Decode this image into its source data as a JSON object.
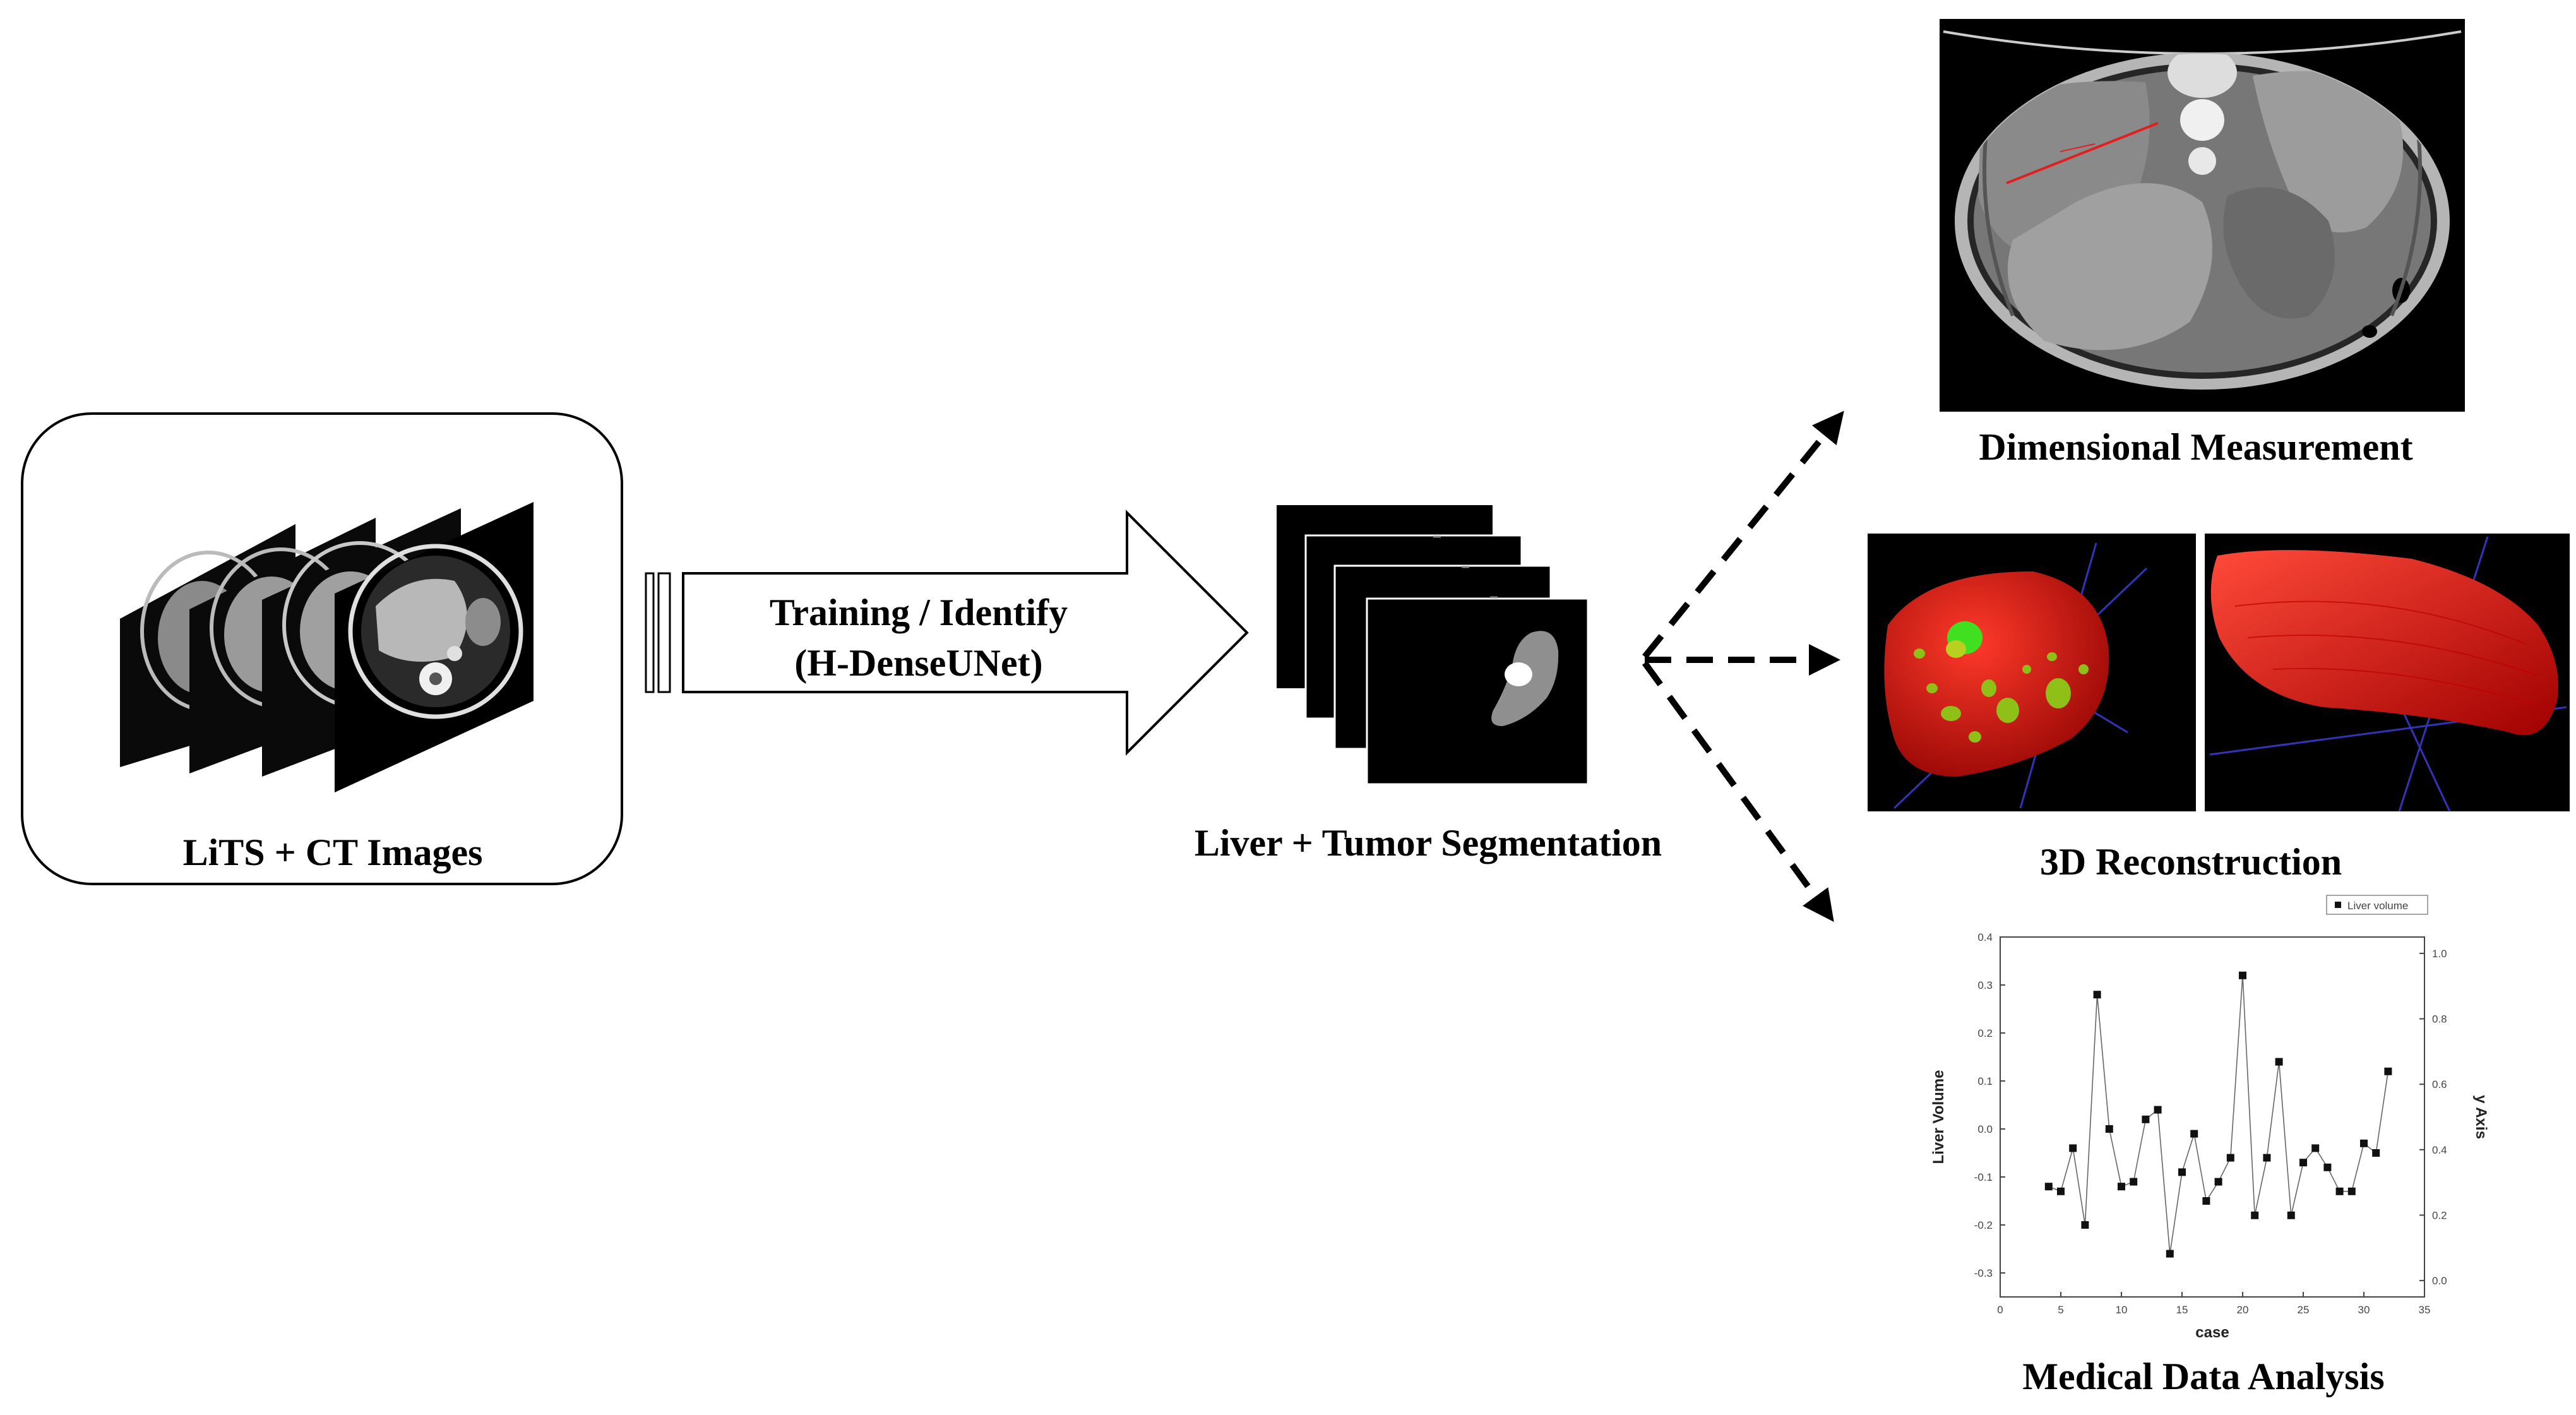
{
  "input_panel": {
    "caption": "LiTS + CT Images"
  },
  "training_arrow": {
    "label": "Training / Identify",
    "sublabel": "(H-DenseUNet)"
  },
  "segmentation": {
    "caption": "Liver + Tumor Segmentation"
  },
  "outputs": {
    "measurement_caption": "Dimensional Measurement",
    "reconstruction_caption": "3D Reconstruction",
    "analysis_caption": "Medical Data Analysis"
  },
  "chart_data": {
    "type": "line",
    "title": "",
    "xlabel": "case",
    "ylabel": "Liver Volume",
    "y2label": "y Axis",
    "legend": [
      "Liver volume"
    ],
    "legend_position": "top-right",
    "xlim": [
      0,
      35
    ],
    "ylim": [
      -0.35,
      0.4
    ],
    "y2lim": [
      -0.05,
      1.05
    ],
    "xticks": [
      "0",
      "5",
      "10",
      "15",
      "20",
      "25",
      "30",
      "35"
    ],
    "yticks": [
      "-0.3",
      "-0.2",
      "-0.1",
      "0.0",
      "0.1",
      "0.2",
      "0.3",
      "0.4"
    ],
    "y2ticks": [
      "0.0",
      "0.2",
      "0.4",
      "0.6",
      "0.8",
      "1.0"
    ],
    "grid": false,
    "series": [
      {
        "name": "Liver volume",
        "x": [
          4,
          5,
          6,
          7,
          8,
          9,
          10,
          11,
          12,
          13,
          14,
          15,
          16,
          17,
          18,
          19,
          20,
          21,
          22,
          23,
          24,
          25,
          26,
          27,
          28,
          29,
          30,
          31,
          32
        ],
        "values": [
          -0.12,
          -0.13,
          -0.04,
          -0.2,
          0.28,
          0.0,
          -0.12,
          -0.11,
          0.02,
          0.04,
          -0.26,
          -0.09,
          -0.01,
          -0.15,
          -0.11,
          -0.06,
          0.32,
          -0.18,
          -0.06,
          0.14,
          -0.18,
          -0.07,
          -0.04,
          -0.08,
          -0.13,
          -0.13,
          -0.03,
          -0.05,
          0.12
        ]
      }
    ]
  }
}
